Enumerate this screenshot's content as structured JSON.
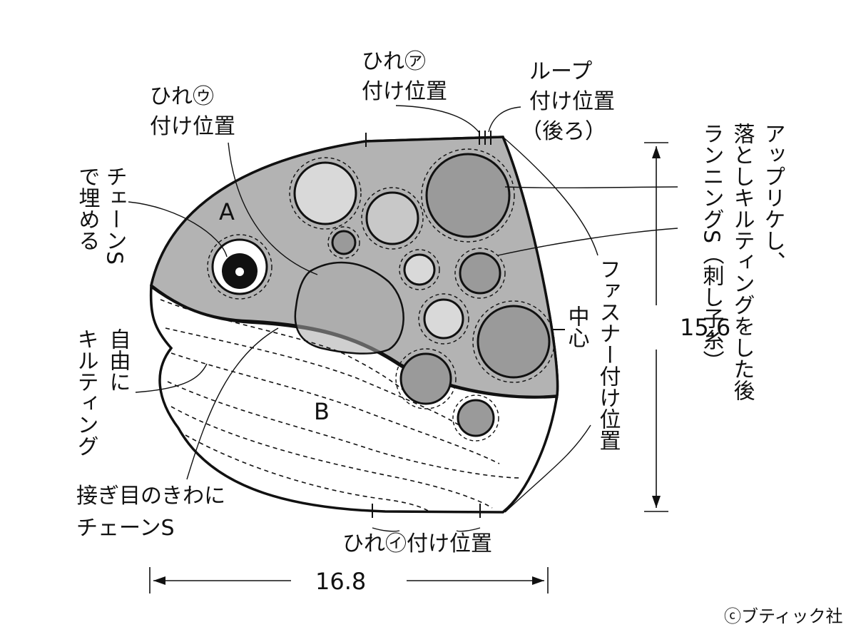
{
  "labels": {
    "section_a": "A",
    "section_b": "B",
    "fin_a_line1": "ひれ㋐",
    "fin_a_line2": "付け位置",
    "loop_line1": "ループ",
    "loop_line2": "付け位置",
    "loop_line3": "（後ろ）",
    "fin_u_line1": "ひれ㋒",
    "fin_u_line2": "付け位置",
    "chain_fill_col1": "チェーンS",
    "chain_fill_col2": "で埋める",
    "free_quilting_col1": "自由に",
    "free_quilting_col2": "キルティング",
    "seam_chain_line1": "接ぎ目のきわに",
    "seam_chain_line2": "チェーンS",
    "fin_i": "ひれ㋑付け位置",
    "zipper": "ファスナー付け位置",
    "center": "中心",
    "applique_col1": "アップリケし、",
    "applique_col2": "落としキルティングをした後",
    "applique_col3": "ランニングS（刺し子糸）",
    "copyright": "ⓒブティック社"
  },
  "dimensions": {
    "height": "15.6",
    "width": "16.8"
  },
  "colors": {
    "line": "#111111",
    "body_gray": "#b3b3b3",
    "light_circle": "#d9d9d9",
    "mid_circle": "#c8c8c8",
    "dark_circle": "#9a9a9a",
    "background": "#ffffff"
  }
}
